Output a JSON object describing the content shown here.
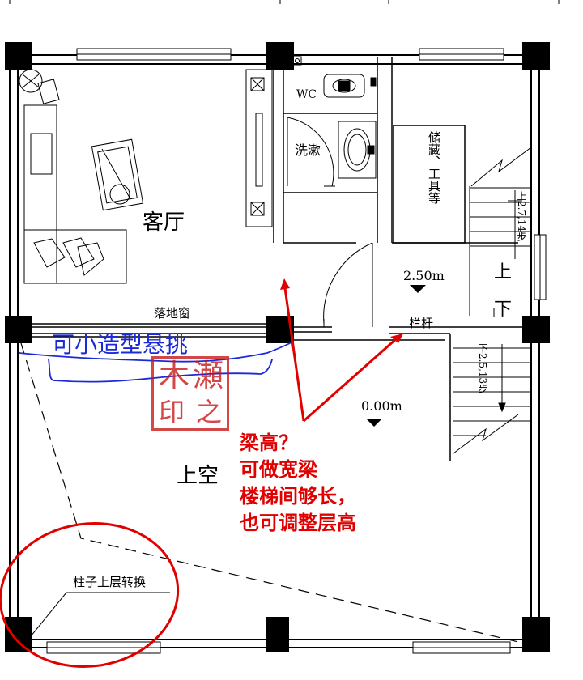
{
  "rooms": {
    "living_room": "客厅",
    "wc": "WC",
    "washroom": "洗漱",
    "storage": "储藏、工具等",
    "void": "上空"
  },
  "labels": {
    "french_window": "落地窗",
    "railing": "栏杆",
    "column_transfer": "柱子上层转换"
  },
  "levels": {
    "landing": "2.50m",
    "ground": "0.00m"
  },
  "stairs": {
    "upper_flight": "上2.7,14步",
    "lower_flight": "下2.5,13步",
    "up_mark": "上",
    "down_mark": "下"
  },
  "annotations": {
    "cantilever_note": "可小造型悬挑",
    "beam_note": [
      "梁高？",
      "可做宽梁",
      "楼梯间够长，",
      "也可调整层高"
    ]
  },
  "seal": {
    "chars": [
      "木",
      "瀬",
      "印",
      "之"
    ]
  },
  "colors": {
    "wall": "#000000",
    "annotation_red": "#e10000",
    "annotation_blue": "#1a2ad8",
    "seal_red": "#c81414"
  }
}
